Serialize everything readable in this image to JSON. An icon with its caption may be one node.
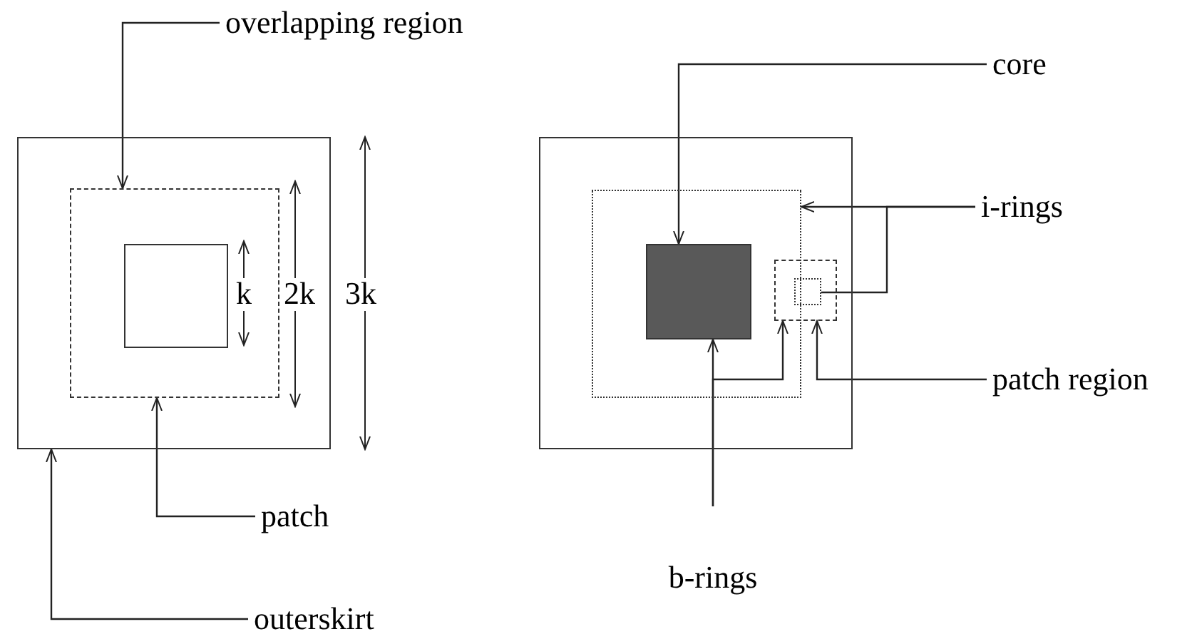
{
  "diagram": {
    "nodes": [
      {
        "text": [
          "overlapping region"
        ]
      },
      {
        "text": [],
        "shape": "box"
      },
      {
        "text": [],
        "shape": "box",
        "in": 1
      },
      {
        "text": [],
        "shape": "box",
        "in": 2
      },
      {
        "text": [
          "patch"
        ]
      },
      {
        "text": [
          "outerskirt"
        ]
      },
      {
        "text": [
          "core"
        ]
      },
      {
        "text": [],
        "shape": "box"
      },
      {
        "text": [],
        "shape": "box",
        "in": 7
      },
      {
        "text": [],
        "shape": "box",
        "in": 8
      },
      {
        "text": [],
        "shape": "box",
        "in": 7
      },
      {
        "text": [],
        "shape": "box",
        "in": 10
      },
      {
        "text": [
          "i-rings"
        ]
      },
      {
        "text": [
          "patch region"
        ]
      },
      {
        "text": [
          "b-rings"
        ]
      }
    ],
    "edges": [
      {
        "from": 0,
        "to": 2,
        "arrow": "to"
      },
      {
        "from": 4,
        "to": 2,
        "arrow": "to"
      },
      {
        "from": 5,
        "to": 1,
        "arrow": "to"
      },
      {
        "from": 6,
        "to": 9,
        "arrow": "to"
      },
      {
        "from": 12,
        "to": 8,
        "arrow": "to"
      },
      {
        "from": 12,
        "to": 11,
        "arrow": "none"
      },
      {
        "from": 13,
        "to": 10,
        "arrow": "to"
      },
      {
        "from": 14,
        "to": 9,
        "arrow": "to"
      },
      {
        "from": 14,
        "to": 10,
        "arrow": "to"
      }
    ],
    "labels": [
      "k",
      "2k",
      "3k"
    ]
  }
}
